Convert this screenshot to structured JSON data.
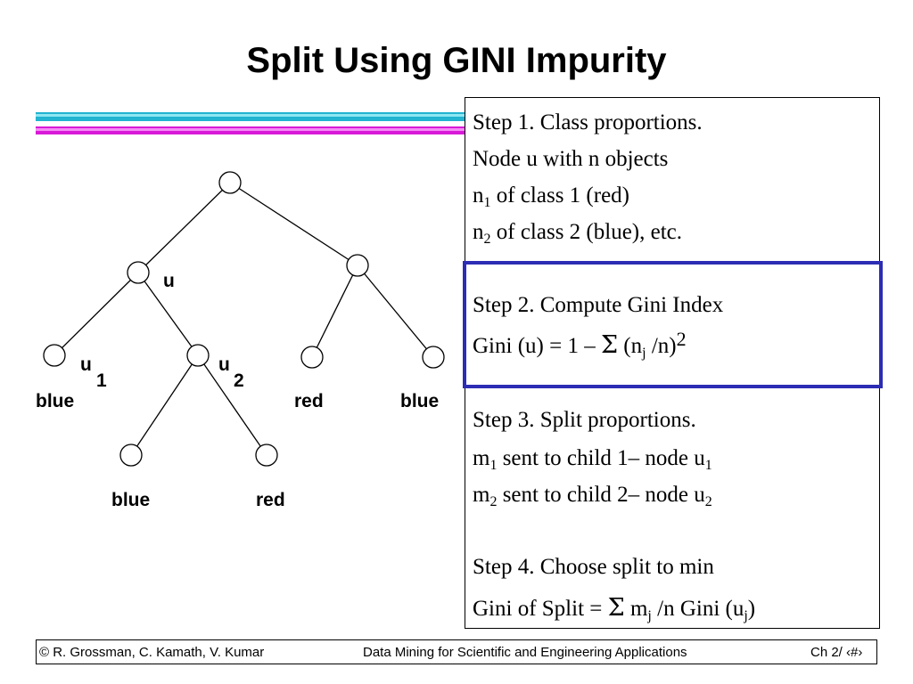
{
  "title": "Split Using GINI Impurity",
  "tree": {
    "label_u": "u",
    "label_u1": "u",
    "label_u1_sub": "1",
    "label_u2": "u",
    "label_u2_sub": "2",
    "leaf_blue_1": "blue",
    "leaf_red_1": "red",
    "leaf_blue_2": "blue",
    "leaf_blue_3": "blue",
    "leaf_red_2": "red"
  },
  "steps": {
    "step1_title": "Step 1. Class proportions.",
    "step1_line2": "Node u with n objects",
    "step1_line3_a": "n",
    "step1_line3_sub": "1",
    "step1_line3_b": " of class 1 (red)",
    "step1_line4_a": "n",
    "step1_line4_sub": "2",
    "step1_line4_b": " of class  2 (blue), etc.",
    "step2_title": "Step 2.  Compute Gini Index",
    "step2_formula_a": "Gini (u) = 1 – ",
    "step2_sigma": "Σ",
    "step2_formula_b": " (n",
    "step2_formula_sub": "j",
    "step2_formula_c": " /n)",
    "step2_formula_sup": "2",
    "step3_title": "Step 3. Split proportions.",
    "step3_line2_a": "m",
    "step3_line2_sub1": "1",
    "step3_line2_b": " sent to child 1– node u",
    "step3_line2_sub2": "1",
    "step3_line3_a": "m",
    "step3_line3_sub1": "2",
    "step3_line3_b": " sent to child 2– node u",
    "step3_line3_sub2": "2",
    "step4_title": "Step 4. Choose split to min",
    "step4_formula_a": "Gini of Split = ",
    "step4_sigma": "Σ",
    "step4_formula_b": "  m",
    "step4_formula_sub1": "j",
    "step4_formula_c": " /n  Gini (u",
    "step4_formula_sub2": "j",
    "step4_formula_d": ")"
  },
  "footer": {
    "left": "© R. Grossman, C. Kamath, V. Kumar",
    "center": "Data Mining for Scientific and Engineering Applications",
    "right": "Ch 2/ ‹#›"
  },
  "colors": {
    "stripe_cyan": "#22b4d0",
    "stripe_magenta": "#d81ad8",
    "highlight_border": "#2c2cb4"
  }
}
